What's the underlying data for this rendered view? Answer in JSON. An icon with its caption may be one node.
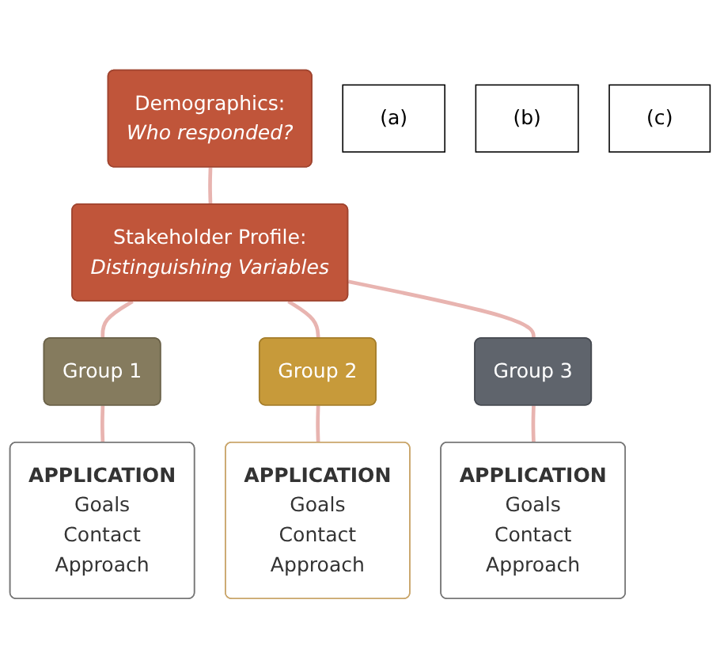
{
  "diagram": {
    "nodes": [
      {
        "text": [
          "Demographics:",
          "Who responded?"
        ]
      },
      {
        "text": [
          "(a)"
        ]
      },
      {
        "text": [
          "Stakeholder Profile:",
          "Distinguishing Variables"
        ]
      },
      {
        "text": [
          "(b)"
        ]
      },
      {
        "text": [
          "Group 1"
        ]
      },
      {
        "text": [
          "Group 2"
        ]
      },
      {
        "text": [
          "Group 3"
        ]
      },
      {
        "text": [
          "APPLICATION",
          "Goals",
          "Contact",
          "Approach"
        ]
      },
      {
        "text": [
          "APPLICATION",
          "Goals",
          "Contact",
          "Approach"
        ]
      },
      {
        "text": [
          "APPLICATION",
          "Goals",
          "Contact",
          "Approach"
        ]
      },
      {
        "text": [
          "(c)"
        ]
      }
    ],
    "edges": [
      {
        "from": 0,
        "to": 2,
        "arrow": "none"
      },
      {
        "from": 2,
        "to": 4,
        "arrow": "none"
      },
      {
        "from": 2,
        "to": 5,
        "arrow": "none"
      },
      {
        "from": 2,
        "to": 6,
        "arrow": "none"
      },
      {
        "from": 4,
        "to": 7,
        "arrow": "none"
      },
      {
        "from": 5,
        "to": 8,
        "arrow": "none"
      },
      {
        "from": 6,
        "to": 9,
        "arrow": "none"
      }
    ]
  }
}
